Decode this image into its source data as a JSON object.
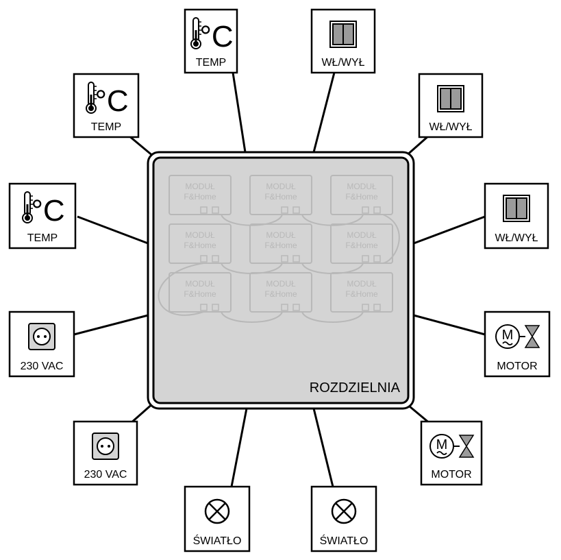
{
  "panel": {
    "label": "ROZDZIELNIA",
    "modules": [
      {
        "line1": "MODUŁ",
        "line2": "F&Home"
      },
      {
        "line1": "MODUŁ",
        "line2": "F&Home"
      },
      {
        "line1": "MODUŁ",
        "line2": "F&Home"
      },
      {
        "line1": "MODUŁ",
        "line2": "F&Home"
      },
      {
        "line1": "MODUŁ",
        "line2": "F&Home"
      },
      {
        "line1": "MODUŁ",
        "line2": "F&Home"
      },
      {
        "line1": "MODUŁ",
        "line2": "F&Home"
      },
      {
        "line1": "MODUŁ",
        "line2": "F&Home"
      },
      {
        "line1": "MODUŁ",
        "line2": "F&Home"
      }
    ]
  },
  "devices": [
    {
      "id": "temp-top",
      "type": "temp",
      "symbol": "°C",
      "label": "TEMP"
    },
    {
      "id": "switch-top",
      "type": "switch",
      "label": "WŁ/WYŁ"
    },
    {
      "id": "temp-upper-left",
      "type": "temp",
      "symbol": "°C",
      "label": "TEMP"
    },
    {
      "id": "switch-upper-right",
      "type": "switch",
      "label": "WŁ/WYŁ"
    },
    {
      "id": "temp-left",
      "type": "temp",
      "symbol": "°C",
      "label": "TEMP"
    },
    {
      "id": "switch-right",
      "type": "switch",
      "label": "WŁ/WYŁ"
    },
    {
      "id": "socket-left",
      "type": "socket",
      "label": "230 VAC"
    },
    {
      "id": "motor-right",
      "type": "motor",
      "symbol": "M",
      "label": "MOTOR"
    },
    {
      "id": "socket-lower-left",
      "type": "socket",
      "label": "230 VAC"
    },
    {
      "id": "motor-lower-right",
      "type": "motor",
      "symbol": "M",
      "label": "MOTOR"
    },
    {
      "id": "light-bottom-left",
      "type": "light",
      "label": "ŚWIATŁO"
    },
    {
      "id": "light-bottom-right",
      "type": "light",
      "label": "ŚWIATŁO"
    }
  ]
}
